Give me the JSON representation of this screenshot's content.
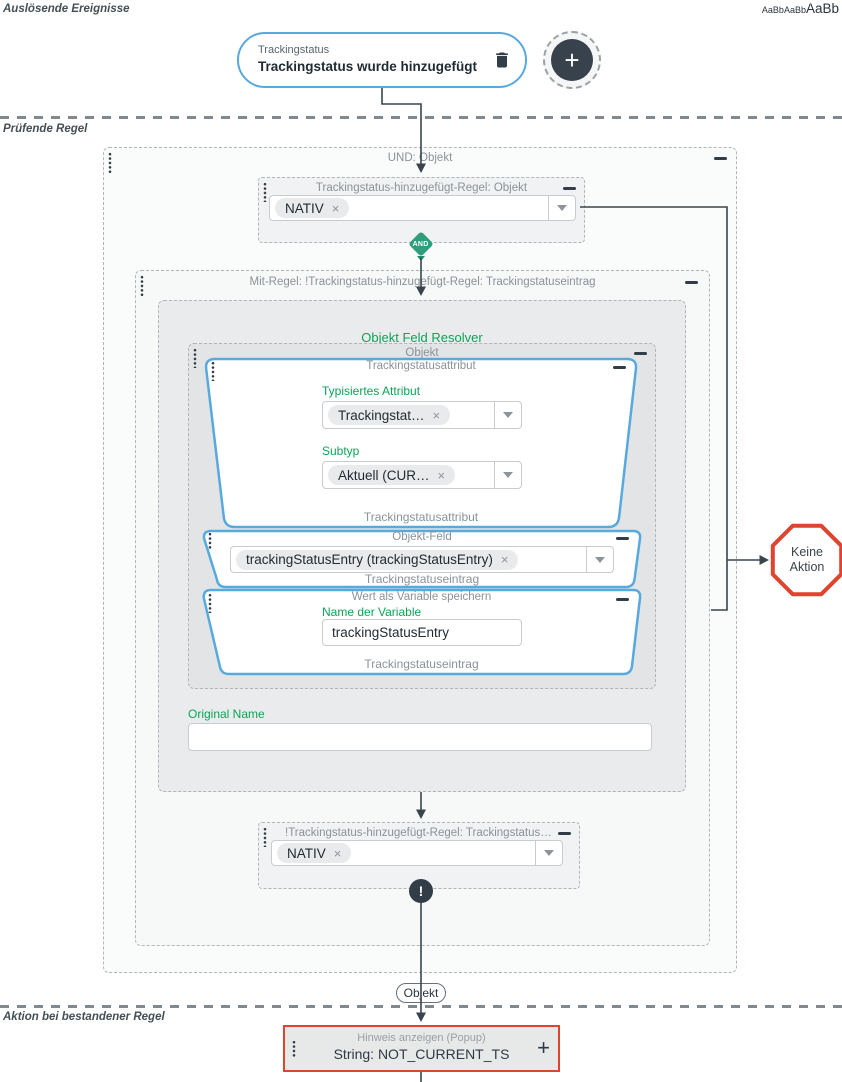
{
  "sections": {
    "triggering_label": "Auslösende Ereignisse",
    "checking_label": "Prüfende Regel",
    "passed_action_label": "Aktion bei bestandener Regel"
  },
  "font_samples": {
    "small": "AaBbAaBb",
    "large": "AaBb"
  },
  "symbols": {
    "remove": "×",
    "plus": "+",
    "not": "!",
    "and": "AND"
  },
  "trigger": {
    "event_type": "Trackingstatus",
    "event_title": "Trackingstatus wurde hinzugefügt"
  },
  "groups": {
    "und_title": "UND: Objekt",
    "mit_regel_title": "Mit-Regel: !Trackingstatus-hinzugefügt-Regel: Trackingstatuseintrag",
    "objekt_title": "Objekt",
    "objekt_output_label": "Objekt"
  },
  "rule1": {
    "title": "Trackingstatus-hinzugefügt-Regel: Objekt",
    "value_chip": "NATIV"
  },
  "rule2": {
    "title": "!Trackingstatus-hinzugefügt-Regel: Trackingstatuseint…",
    "value_chip": "NATIV"
  },
  "resolver": {
    "title": "Objekt Feld Resolver",
    "attribute_node": {
      "title": "Trackingstatusattribut",
      "typed_attribute_label": "Typisiertes Attribut",
      "typed_attribute_value": "Trackingstat…",
      "subtype_label": "Subtyp",
      "subtype_value": "Aktuell (CUR…",
      "footer": "Trackingstatusattribut"
    },
    "object_field_node": {
      "title": "Objekt-Feld",
      "value": "trackingStatusEntry (trackingStatusEntry)",
      "footer": "Trackingstatuseintrag"
    },
    "variable_node": {
      "title": "Wert als Variable speichern",
      "name_label": "Name der Variable",
      "name_value": "trackingStatusEntry",
      "footer": "Trackingstatuseintrag"
    },
    "original_name_label": "Original Name",
    "original_name_value": ""
  },
  "outcome": {
    "no_action_line1": "Keine",
    "no_action_line2": "Aktion"
  },
  "action": {
    "subtitle": "Hinweis anzeigen (Popup)",
    "title": "String: NOT_CURRENT_TS"
  },
  "colors": {
    "node_blue": "#57a9de",
    "label_green": "#0da457",
    "and_teal": "#2e9e7d",
    "alert_red": "#e0432e",
    "dark_slate": "#37424c"
  }
}
